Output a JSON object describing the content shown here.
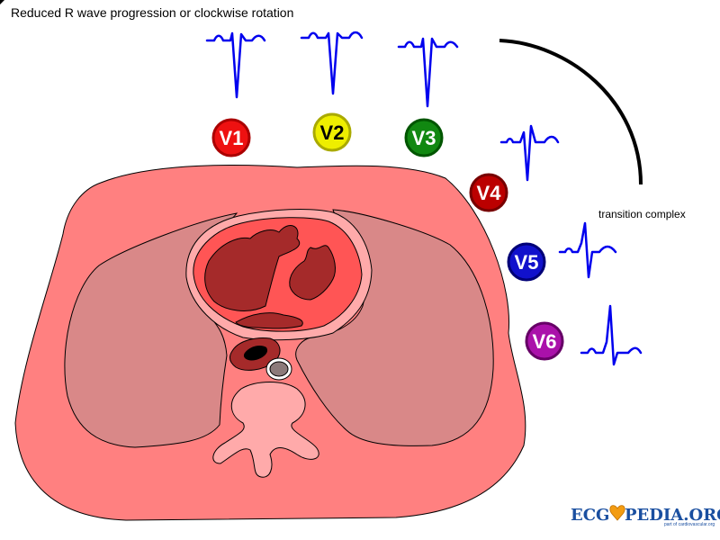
{
  "title": "Reduced R wave progression or clockwise rotation",
  "transition_label": "transition complex",
  "leads": [
    {
      "label": "V1",
      "color": "#ee1111"
    },
    {
      "label": "V2",
      "color": "#eeee00"
    },
    {
      "label": "V3",
      "color": "#118811"
    },
    {
      "label": "V4",
      "color": "#bb0000"
    },
    {
      "label": "V5",
      "color": "#1111cc"
    },
    {
      "label": "V6",
      "color": "#aa11aa"
    }
  ],
  "logo": {
    "left": "ECG",
    "right": "PEDIA.ORG",
    "sub": "part of cardiovascular.org",
    "icon": "heart-icon"
  },
  "colors": {
    "thorax": "#ff8080",
    "lung": "#d98888",
    "heart_chamber": "#a52a2a",
    "spine": "#ffaaaa",
    "ecg_trace": "#0000ee"
  }
}
